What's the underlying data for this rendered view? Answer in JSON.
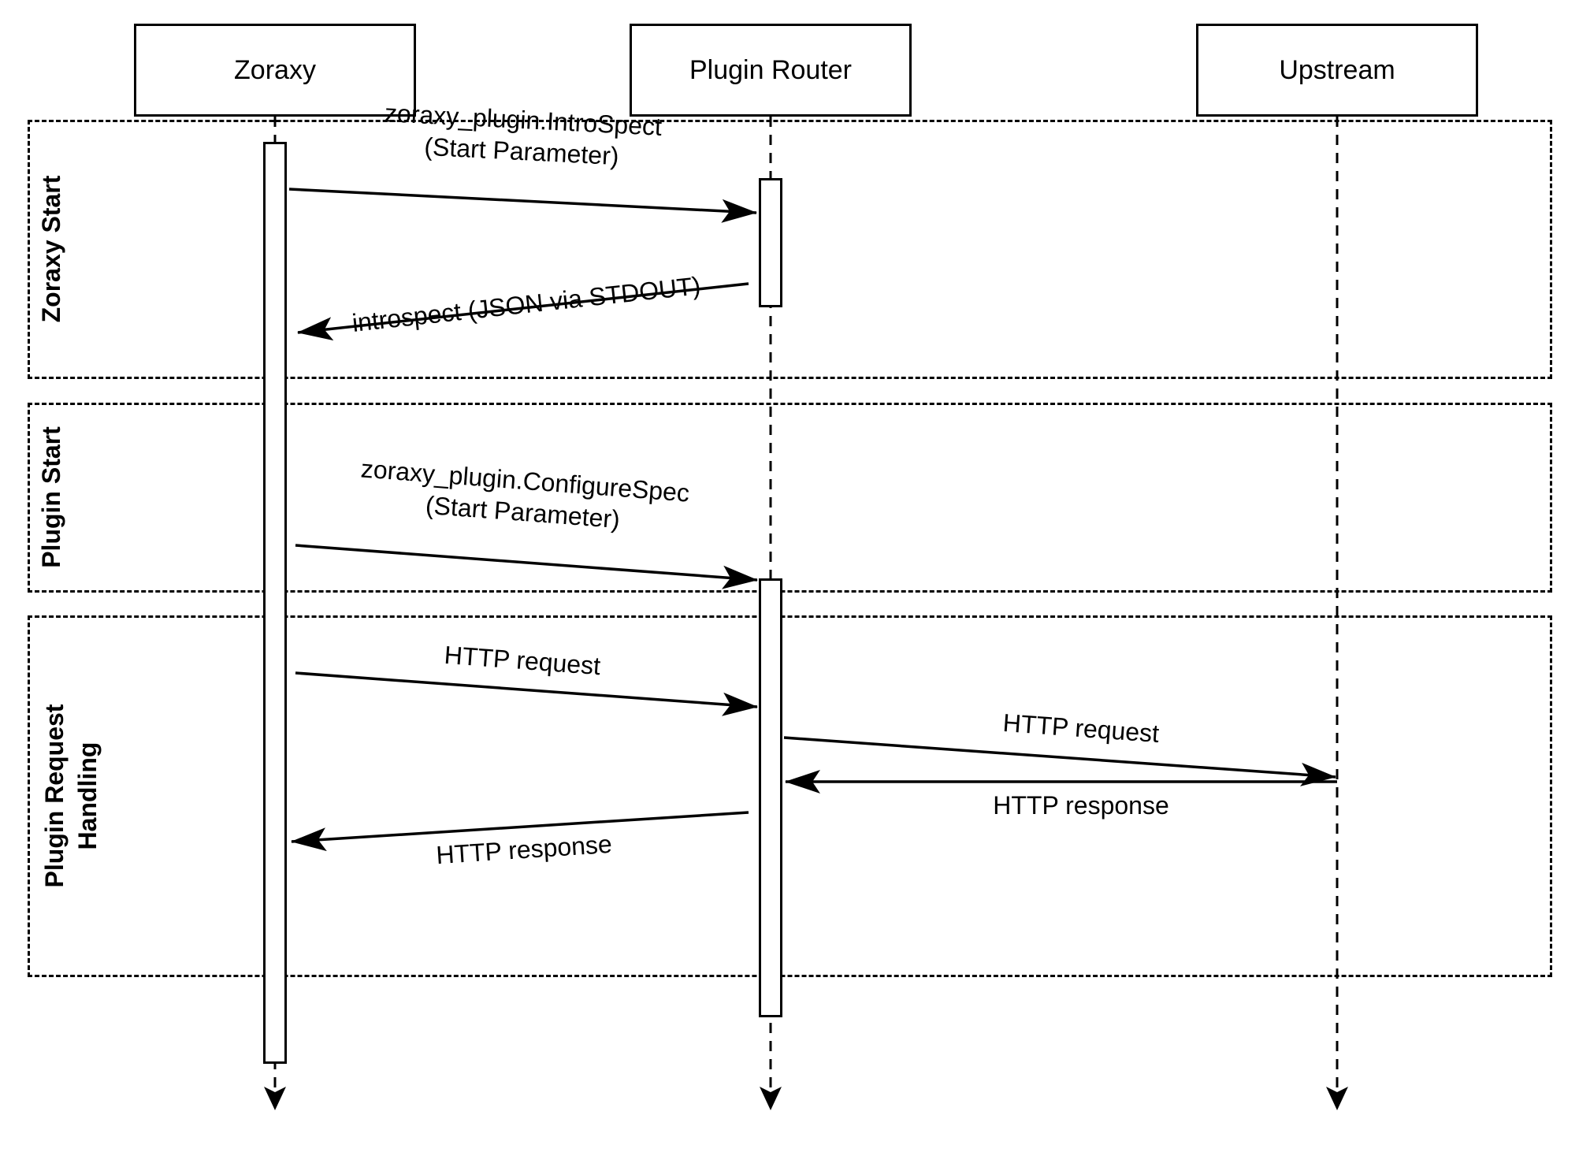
{
  "diagram": {
    "type": "sequence-diagram",
    "participants": [
      "Zoraxy",
      "Plugin Router",
      "Upstream"
    ],
    "frames": [
      {
        "label": "Zoraxy Start"
      },
      {
        "label": "Plugin Start"
      },
      {
        "label_line1": "Plugin Request",
        "label_line2": "Handling"
      }
    ],
    "messages": [
      {
        "from": "Zoraxy",
        "to": "Plugin Router",
        "line1": "zoraxy_plugin.IntroSpect",
        "line2": "(Start Parameter)"
      },
      {
        "from": "Plugin Router",
        "to": "Zoraxy",
        "text": "introspect (JSON via STDOUT)"
      },
      {
        "from": "Zoraxy",
        "to": "Plugin Router",
        "line1": "zoraxy_plugin.ConfigureSpec",
        "line2": "(Start Parameter)"
      },
      {
        "from": "Zoraxy",
        "to": "Plugin Router",
        "text": "HTTP request"
      },
      {
        "from": "Plugin Router",
        "to": "Upstream",
        "text": "HTTP request"
      },
      {
        "from": "Upstream",
        "to": "Plugin Router",
        "text": "HTTP response"
      },
      {
        "from": "Plugin Router",
        "to": "Zoraxy",
        "text": "HTTP response"
      }
    ],
    "colors": {
      "stroke": "#000000",
      "background": "#ffffff"
    }
  }
}
